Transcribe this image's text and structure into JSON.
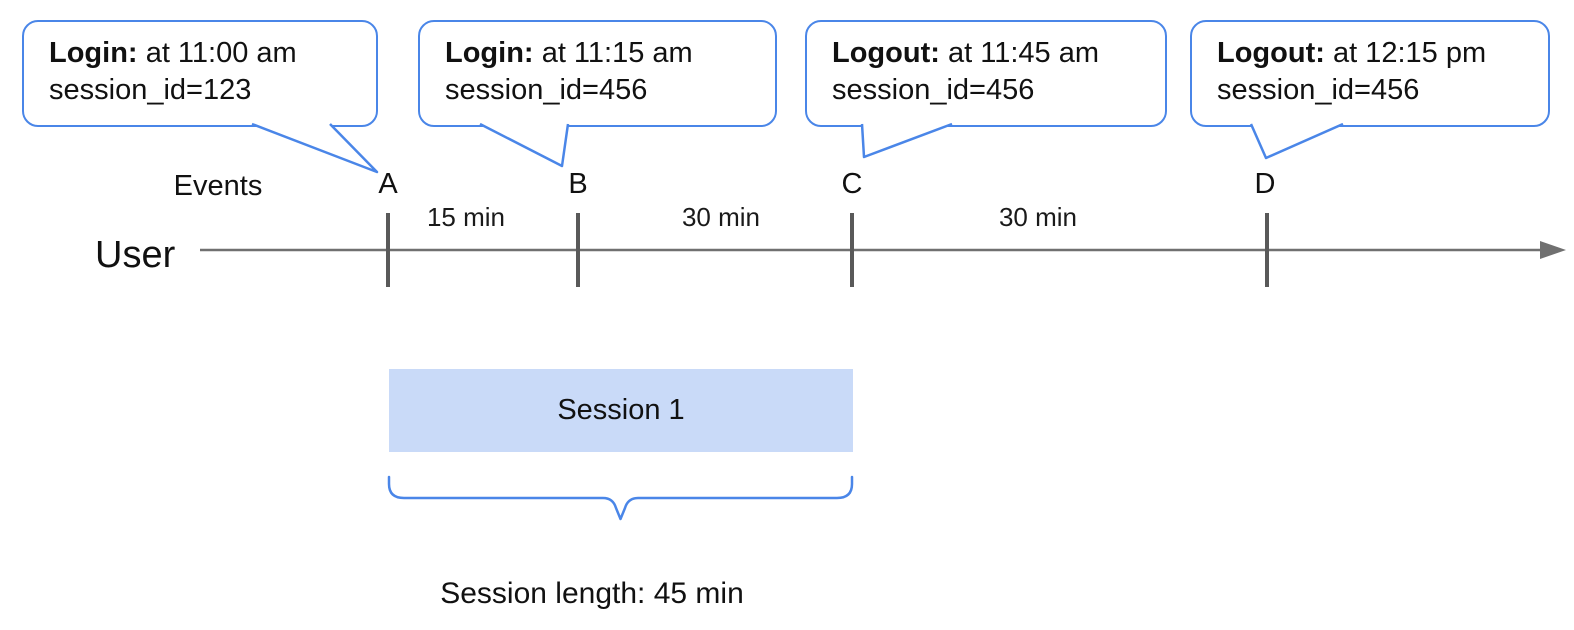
{
  "colors": {
    "accent_blue": "#4a86e8",
    "session_fill": "#c9daf8",
    "timeline_line_gray": "#707070",
    "tick_gray": "#595959"
  },
  "callouts": [
    {
      "title": "Login:",
      "time": "at 11:00 am",
      "session": "session_id=123"
    },
    {
      "title": "Login:",
      "time": "at 11:15 am",
      "session": "session_id=456"
    },
    {
      "title": "Logout:",
      "time": "at 11:45 am",
      "session": "session_id=456"
    },
    {
      "title": "Logout:",
      "time": "at 12:15 pm",
      "session": "session_id=456"
    }
  ],
  "timeline": {
    "axis_label": "User",
    "events_label": "Events",
    "events": [
      {
        "id": "A"
      },
      {
        "id": "B"
      },
      {
        "id": "C"
      },
      {
        "id": "D"
      }
    ],
    "intervals": [
      {
        "label": "15 min"
      },
      {
        "label": "30 min"
      },
      {
        "label": "30 min"
      }
    ]
  },
  "session": {
    "label": "Session 1",
    "length_label": "Session length: 45 min"
  }
}
